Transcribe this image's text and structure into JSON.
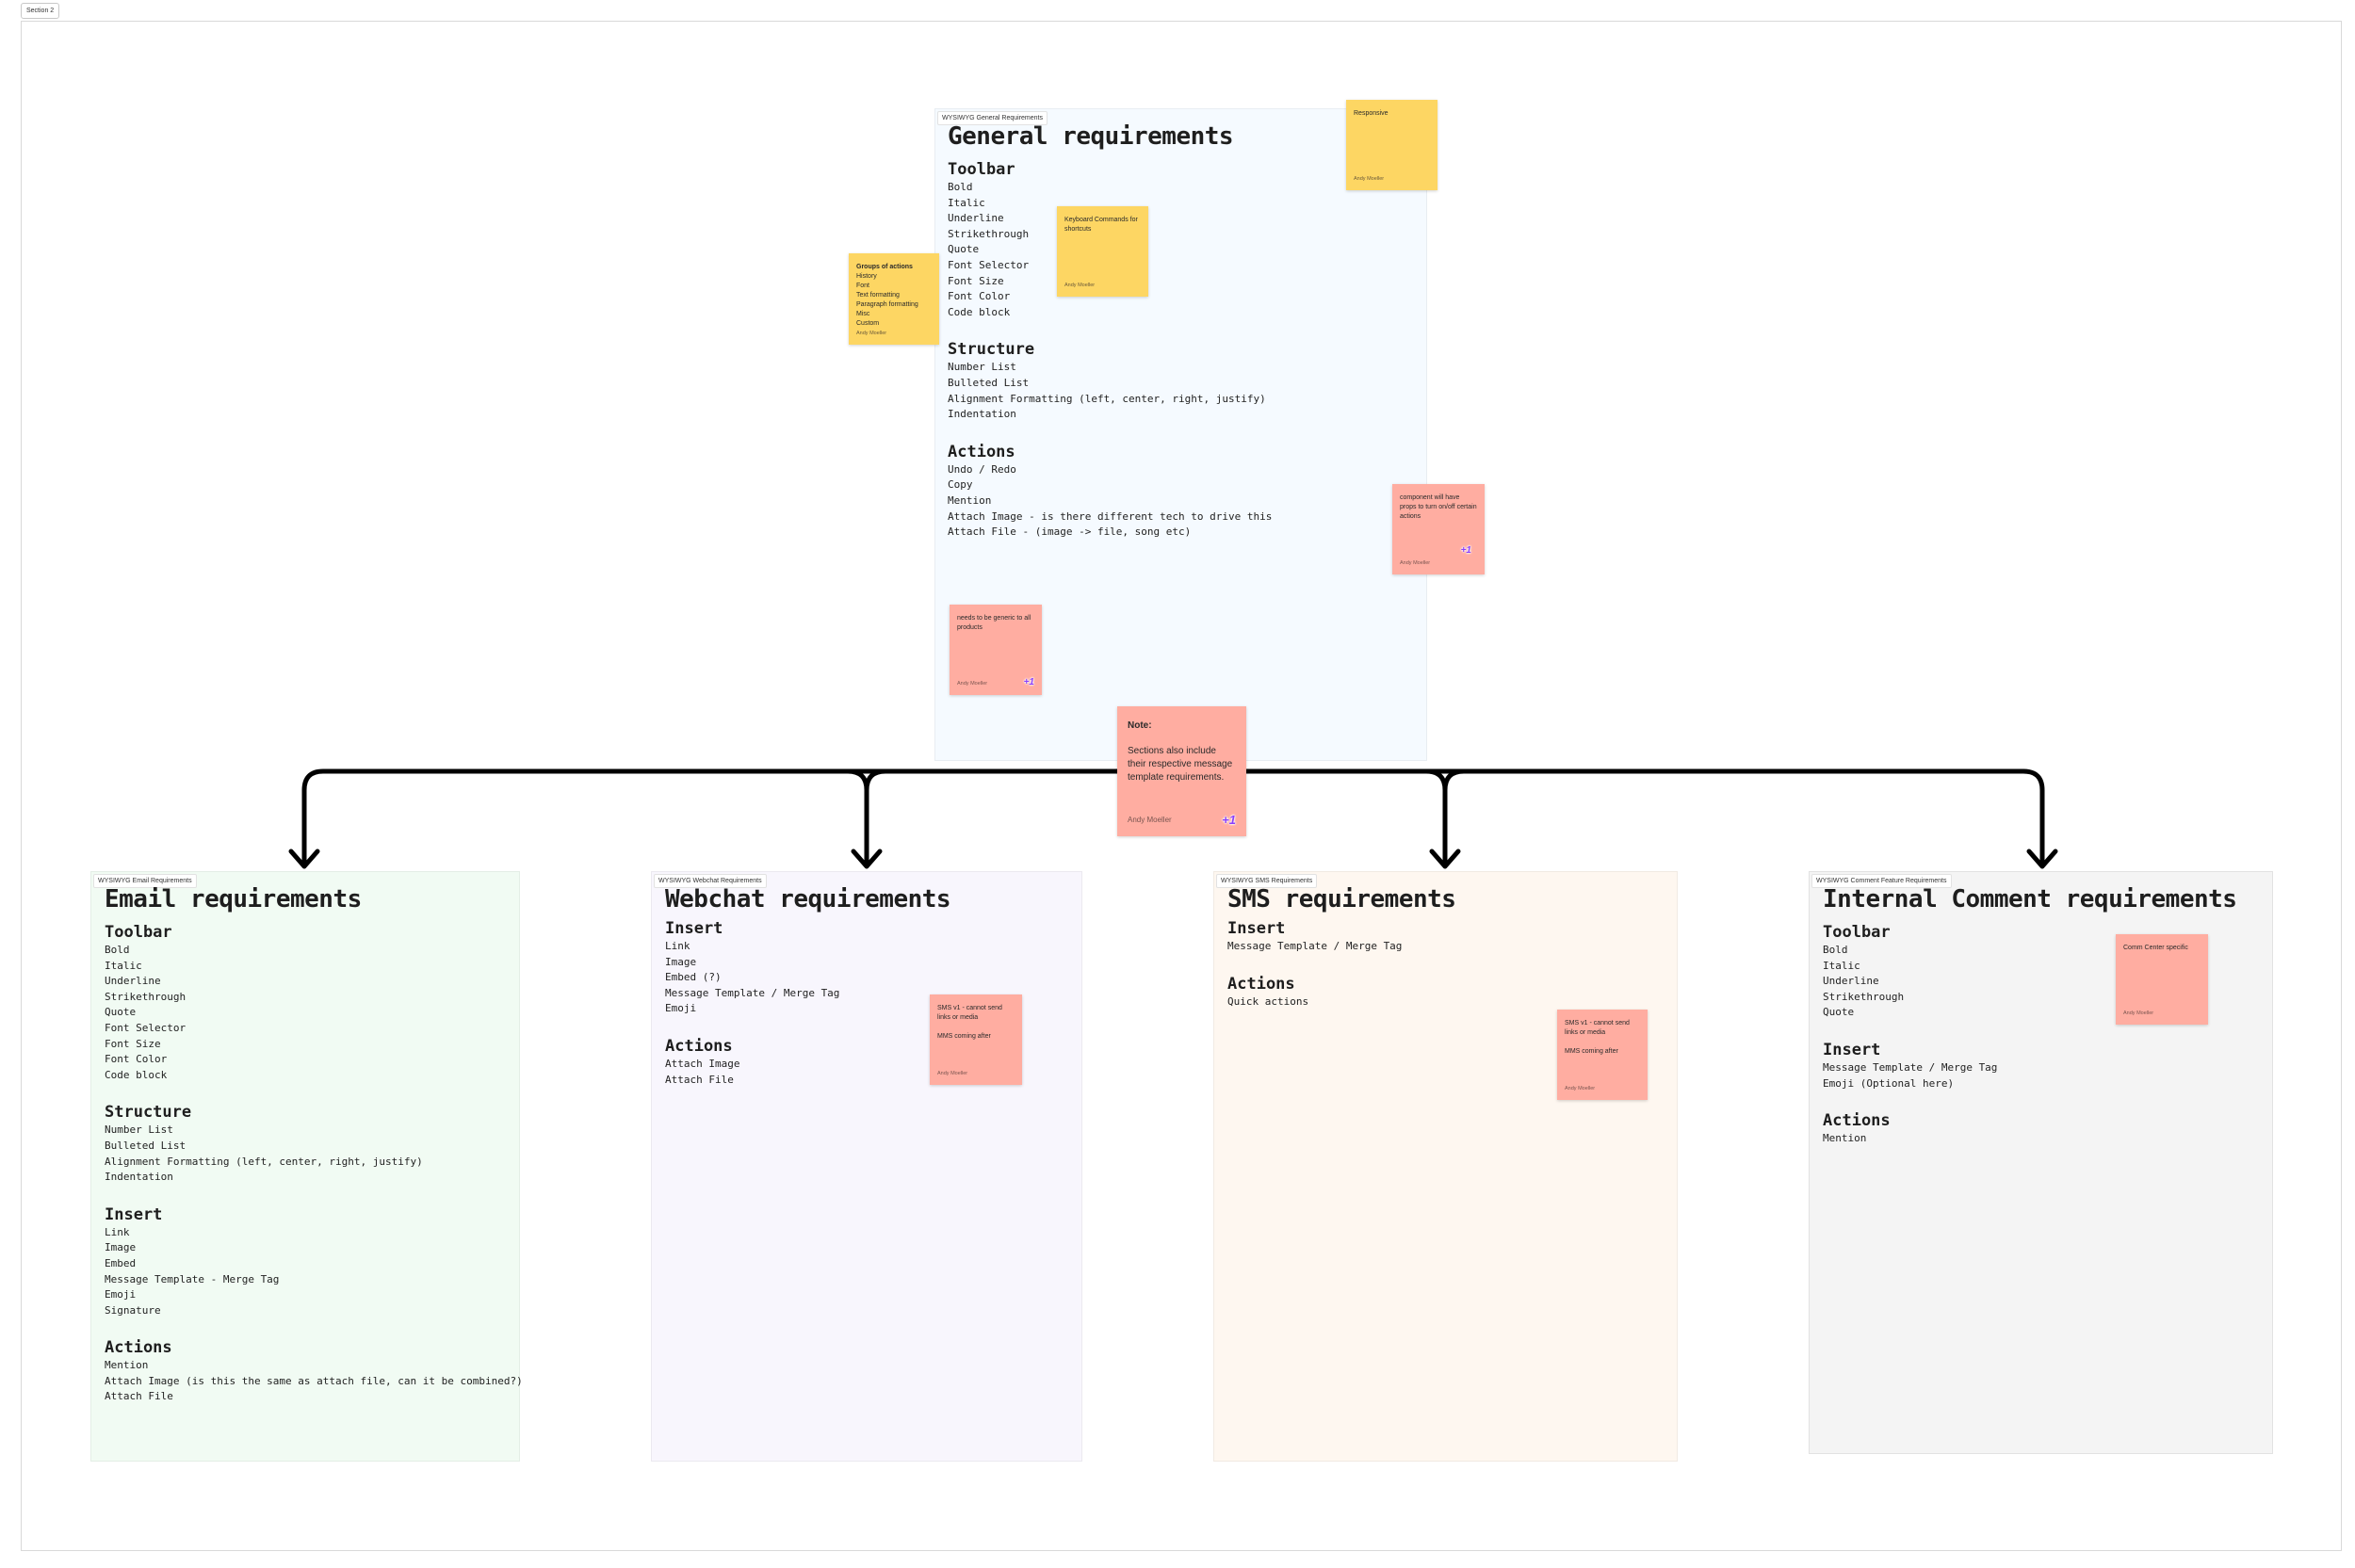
{
  "section": {
    "label": "Section 2"
  },
  "colors": {
    "sticky_yellow": "#fdd663",
    "sticky_salmon": "#ffada1",
    "general_bg": "#f5faff",
    "email_bg": "#f1fbf3",
    "webchat_bg": "#f8f6fd",
    "sms_bg": "#fef7f0",
    "internal_bg": "#f4f4f4",
    "connector": "#000000",
    "reaction": "#8a3ffc"
  },
  "general": {
    "label": "WYSIWYG General Requirements",
    "title": "General requirements",
    "groups": [
      {
        "heading": "Toolbar",
        "items": [
          "Bold",
          "Italic",
          "Underline",
          "Strikethrough",
          "Quote",
          "Font Selector",
          "Font Size",
          "Font Color",
          "Code block"
        ]
      },
      {
        "heading": "Structure",
        "items": [
          "Number List",
          "Bulleted List",
          "Alignment Formatting (left, center, right, justify)",
          "Indentation"
        ]
      },
      {
        "heading": "Actions",
        "items": [
          "Undo / Redo",
          "Copy",
          "Mention",
          "Attach Image - is there different tech to drive this",
          "Attach File - (image -> file, song etc)"
        ]
      }
    ]
  },
  "email": {
    "label": "WYSIWYG Email  Requirements",
    "title": "Email requirements",
    "groups": [
      {
        "heading": "Toolbar",
        "items": [
          "Bold",
          "Italic",
          "Underline",
          "Strikethrough",
          "Quote",
          "Font Selector",
          "Font Size",
          "Font Color",
          "Code block"
        ]
      },
      {
        "heading": "Structure",
        "items": [
          "Number List",
          "Bulleted List",
          "Alignment Formatting (left, center, right, justify)",
          "Indentation"
        ]
      },
      {
        "heading": "Insert",
        "items": [
          "Link",
          "Image",
          "Embed",
          "Message Template - Merge Tag",
          "Emoji",
          "Signature"
        ]
      },
      {
        "heading": "Actions",
        "items": [
          "Mention",
          "Attach Image (is this the same as attach file, can it be combined?)",
          "Attach File"
        ]
      }
    ]
  },
  "webchat": {
    "label": "WYSIWYG Webchat Requirements",
    "title": "Webchat requirements",
    "groups": [
      {
        "heading": "Insert",
        "items": [
          "Link",
          "Image",
          "Embed (?)",
          "Message Template / Merge Tag",
          "Emoji"
        ]
      },
      {
        "heading": "Actions",
        "items": [
          "Attach Image",
          "Attach File"
        ]
      }
    ]
  },
  "sms": {
    "label": "WYSIWYG SMS Requirements",
    "title": "SMS requirements",
    "groups": [
      {
        "heading": "Insert",
        "items": [
          "Message Template / Merge Tag"
        ]
      },
      {
        "heading": "Actions",
        "items": [
          "Quick actions"
        ]
      }
    ]
  },
  "internal": {
    "label": "WYSIWYG Comment Feature Requirements",
    "title": "Internal Comment requirements",
    "groups": [
      {
        "heading": "Toolbar",
        "items": [
          "Bold",
          "Italic",
          "Underline",
          "Strikethrough",
          "Quote"
        ]
      },
      {
        "heading": "Insert",
        "items": [
          "Message Template / Merge Tag",
          "Emoji (Optional here)"
        ]
      },
      {
        "heading": "Actions",
        "items": [
          "Mention"
        ]
      }
    ]
  },
  "stickies": {
    "responsive": {
      "text": "Responsive",
      "author": "Andy Moeller"
    },
    "keyboard": {
      "text": "Keyboard Commands for shortcuts",
      "author": "Andy Moeller"
    },
    "groups": {
      "title": "Groups of actions",
      "text": "History\nFont\nText formatting\nParagraph formatting\nMisc\nCustom",
      "author": "Andy Moeller"
    },
    "component": {
      "text": "component will have props to turn on/off certain actions",
      "author": "Andy Moeller",
      "reaction": "+1"
    },
    "generic": {
      "text": "needs to be generic to all products",
      "author": "Andy Moeller",
      "reaction": "+1"
    },
    "note": {
      "title": "Note:",
      "text": "Sections also include their respective message template requirements.",
      "author": "Andy Moeller",
      "reaction": "+1"
    },
    "webchat_sms": {
      "text": "SMS v1 - cannot send links or media\n\nMMS coming after",
      "author": "Andy Moeller"
    },
    "sms_sms": {
      "text": "SMS v1 - cannot send links or media\n\nMMS coming after",
      "author": "Andy Moeller"
    },
    "comm_center": {
      "text": "Comm Center specific",
      "author": "Andy Moeller"
    }
  }
}
